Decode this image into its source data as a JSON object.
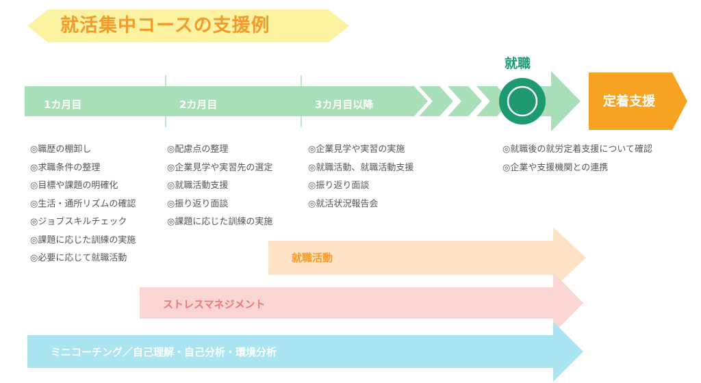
{
  "title": "就活集中コースの支援例",
  "phases": [
    {
      "label": "1カ月目"
    },
    {
      "label": "2カ月目"
    },
    {
      "label": "3カ月目以降"
    }
  ],
  "hired_label": "就職",
  "retention_label": "定着支援",
  "task_lists": [
    [
      "◎職歴の棚卸し",
      "◎求職条件の整理",
      "◎目標や課題の明確化",
      "◎生活・通所リズムの確認",
      "◎ジョブスキルチェック",
      "◎課題に応じた訓練の実施",
      "◎必要に応じて就職活動"
    ],
    [
      "◎配慮点の整理",
      "◎企業見学や実習先の選定",
      "◎就職活動支援",
      "◎振り返り面談",
      "◎課題に応じた訓練の実施"
    ],
    [
      "◎企業見学や実習の実施",
      "◎就職活動、就職活動支援",
      "◎振り返り面談",
      "◎就活状況報告会"
    ],
    [
      "◎就職後の就労定着支援について確認",
      "◎企業や支援機関との連携"
    ]
  ],
  "bands": [
    {
      "label": "就職活動"
    },
    {
      "label": "ストレスマネジメント"
    },
    {
      "label": "ミニコーチング／自己理解・自己分析・環境分析"
    }
  ],
  "colors": {
    "title_text": "#f39a2a",
    "title_banner": "#fbf3a2",
    "timeline": "#a9dfb8",
    "hired_circle": "#1e9a70",
    "retention": "#f7a221",
    "band_job": "#fde3c4",
    "band_job_text": "#f39a2a",
    "band_stress": "#fbd5d3",
    "band_stress_text": "#e77a7a",
    "band_coaching": "#a9e4f0",
    "band_coaching_text": "#ffffff"
  }
}
